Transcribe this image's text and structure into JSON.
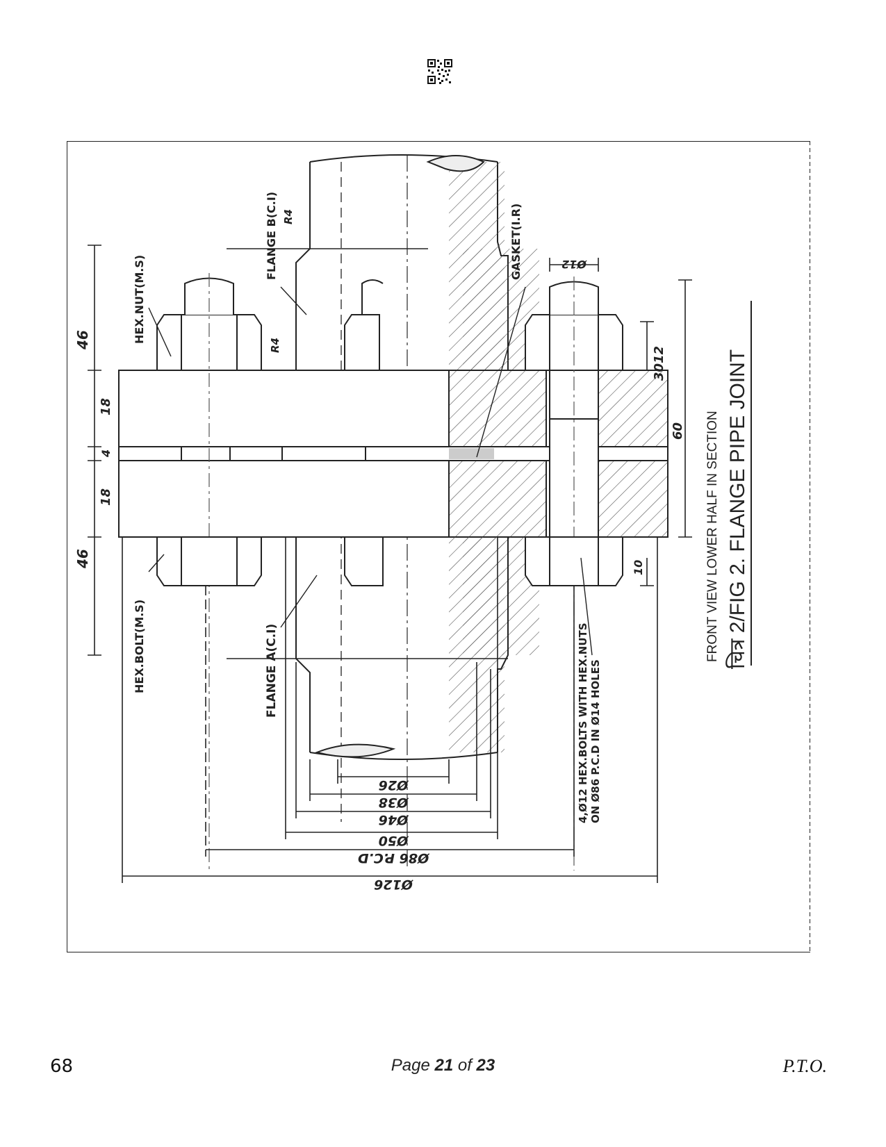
{
  "header": {
    "qr_icon": "qr-code-icon"
  },
  "drawing": {
    "title": "चित्र 2/FIG 2. FLANGE PIPE JOINT",
    "view_note": "FRONT VIEW LOWER HALF IN SECTION",
    "labels": {
      "hex_nut": "HEX.NUT(M.S)",
      "flange_b": "FLANGE B(C.I)",
      "gasket": "GASKET(I.R)",
      "hex_bolt": "HEX.BOLT(M.S)",
      "flange_a": "FLANGE A(C.I)",
      "bolts_note_1": "4,Ø12 HEX.BOLTS WITH HEX.NUTS",
      "bolts_note_2": "ON Ø86 P.C.D IN Ø14 HOLES"
    },
    "dimensions": {
      "d46_top": "46",
      "d18_top": "18",
      "d4": "4",
      "d18_bottom": "18",
      "d46_bottom": "46",
      "r4_top": "R4",
      "r4_bottom": "R4",
      "d12_right": "12",
      "d30": "30",
      "d60": "60",
      "d10": "10",
      "dia12": "Ø12",
      "dia26": "Ø26",
      "dia38": "Ø38",
      "dia46": "Ø46",
      "dia50": "Ø50",
      "dia86": "Ø86 P.C.D",
      "dia126": "Ø126"
    }
  },
  "footer": {
    "page_number": "68",
    "page_word": "Page",
    "current_page": "21",
    "of_word": "of",
    "total_pages": "23",
    "pto": "P.T.O."
  }
}
